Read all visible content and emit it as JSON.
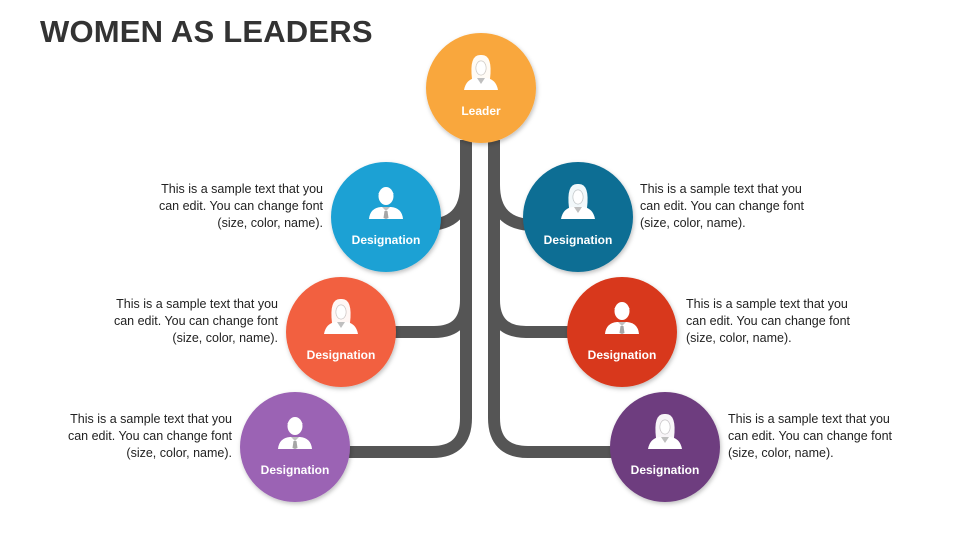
{
  "title": "WOMEN AS LEADERS",
  "leader": {
    "label": "Leader",
    "color": "#F9A73E",
    "icon": "woman-icon"
  },
  "nodes": [
    {
      "side": "left",
      "label": "Designation",
      "color": "#1DA1D4",
      "icon": "man-icon",
      "text": "This is a sample text that you can edit. You can change font (size, color, name)."
    },
    {
      "side": "right",
      "label": "Designation",
      "color": "#0F6E94",
      "icon": "woman-icon",
      "text": "This is a sample text that you can edit. You can change font (size, color, name)."
    },
    {
      "side": "left",
      "label": "Designation",
      "color": "#F2613F",
      "icon": "woman-icon",
      "text": "This is a sample text that you can edit. You can change font (size, color, name)."
    },
    {
      "side": "right",
      "label": "Designation",
      "color": "#D8391A",
      "icon": "man-icon",
      "text": "This is a sample text that you can edit. You can change font (size, color, name)."
    },
    {
      "side": "left",
      "label": "Designation",
      "color": "#9B63B4",
      "icon": "man-icon",
      "text": "This is a sample text that you can edit. You can change font (size, color, name)."
    },
    {
      "side": "right",
      "label": "Designation",
      "color": "#6E3E7F",
      "icon": "woman-icon",
      "text": "This is a sample text that you can edit. You can change font (size, color, name)."
    }
  ],
  "connector_color": "#555555"
}
